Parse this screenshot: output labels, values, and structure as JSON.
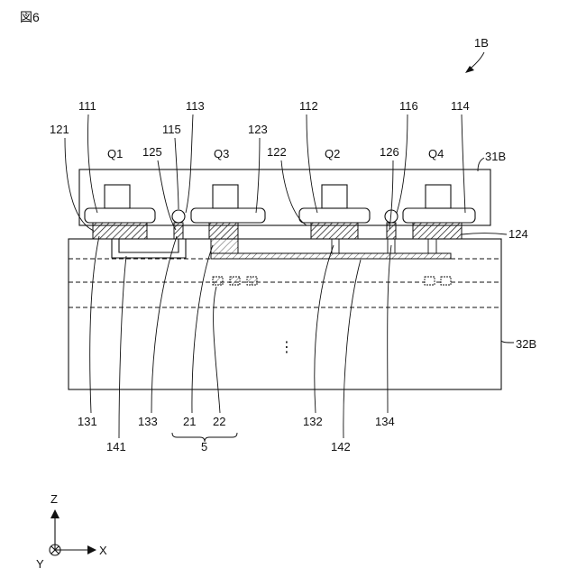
{
  "figure_label": "図6",
  "assembly_label": "1B",
  "labels": {
    "l111": "111",
    "l113": "113",
    "l112": "112",
    "l116": "116",
    "l114": "114",
    "l121": "121",
    "l115": "115",
    "l123": "123",
    "l125": "125",
    "l122": "122",
    "l126": "126",
    "lQ1": "Q1",
    "lQ3": "Q3",
    "lQ2": "Q2",
    "lQ4": "Q4",
    "l31B": "31B",
    "l124": "124",
    "l32B": "32B",
    "l131": "131",
    "l133": "133",
    "l21": "21",
    "l22": "22",
    "l132": "132",
    "l134": "134",
    "l141": "141",
    "l5": "5",
    "l142": "142",
    "ellipsis": "⋮"
  },
  "axes": {
    "z": "Z",
    "x": "X",
    "y": "Y"
  },
  "colors": {
    "line": "#111111",
    "background": "#ffffff"
  }
}
